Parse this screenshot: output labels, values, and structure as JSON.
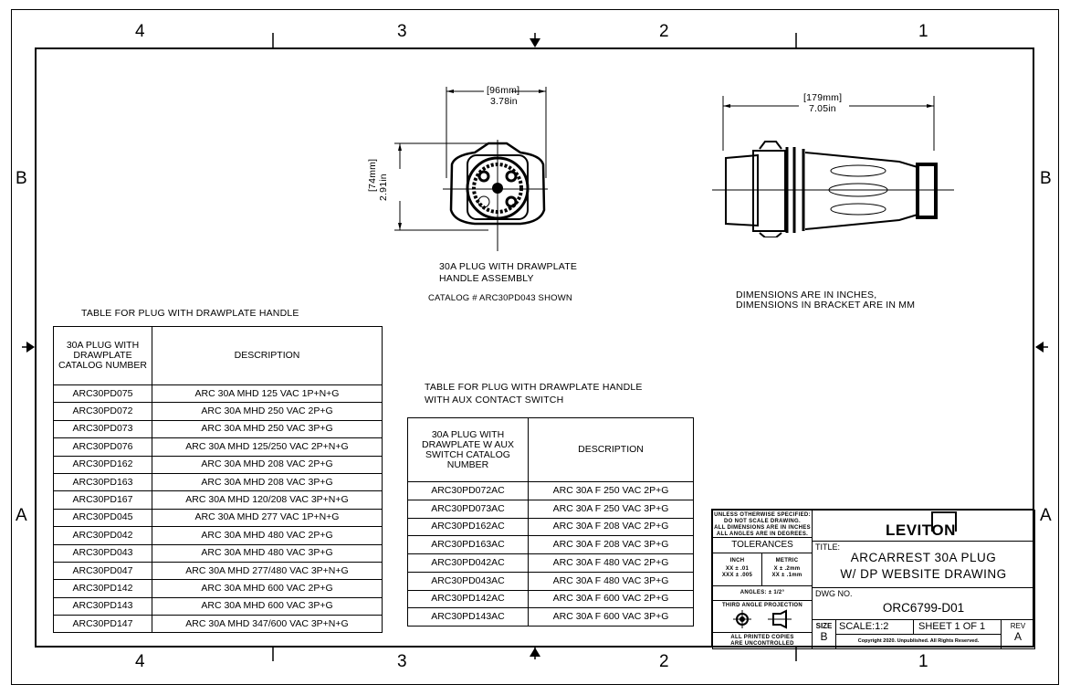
{
  "zones": {
    "top": [
      "4",
      "3",
      "2",
      "1"
    ],
    "bottom": [
      "4",
      "3",
      "2",
      "1"
    ],
    "left": [
      "B",
      "A"
    ],
    "right": [
      "B",
      "A"
    ]
  },
  "front_view": {
    "width_mm": "[96mm]",
    "width_in": "3.78in",
    "height_mm": "[74mm]",
    "height_in": "2.91in",
    "caption_line1": "30A PLUG WITH DRAWPLATE",
    "caption_line2": "HANDLE ASSEMBLY",
    "catalog": "CATALOG # ARC30PD043 SHOWN"
  },
  "side_view": {
    "length_mm": "[179mm]",
    "length_in": "7.05in"
  },
  "dimension_note": {
    "line1": "DIMENSIONS ARE IN INCHES,",
    "line2": "DIMENSIONS IN BRACKET ARE IN MM"
  },
  "table1": {
    "title": "TABLE FOR PLUG WITH DRAWPLATE HANDLE",
    "headers": [
      "30A PLUG WITH DRAWPLATE CATALOG NUMBER",
      "DESCRIPTION"
    ],
    "rows": [
      [
        "ARC30PD075",
        "ARC 30A MHD 125 VAC 1P+N+G"
      ],
      [
        "ARC30PD072",
        "ARC 30A MHD 250 VAC 2P+G"
      ],
      [
        "ARC30PD073",
        "ARC 30A MHD 250 VAC 3P+G"
      ],
      [
        "ARC30PD076",
        "ARC 30A MHD 125/250 VAC 2P+N+G"
      ],
      [
        "ARC30PD162",
        "ARC 30A MHD 208 VAC 2P+G"
      ],
      [
        "ARC30PD163",
        "ARC 30A MHD 208 VAC 3P+G"
      ],
      [
        "ARC30PD167",
        "ARC 30A MHD 120/208 VAC 3P+N+G"
      ],
      [
        "ARC30PD045",
        "ARC 30A MHD 277 VAC 1P+N+G"
      ],
      [
        "ARC30PD042",
        "ARC 30A MHD 480 VAC 2P+G"
      ],
      [
        "ARC30PD043",
        "ARC 30A MHD 480 VAC 3P+G"
      ],
      [
        "ARC30PD047",
        "ARC 30A MHD 277/480 VAC 3P+N+G"
      ],
      [
        "ARC30PD142",
        "ARC 30A MHD 600 VAC 2P+G"
      ],
      [
        "ARC30PD143",
        "ARC 30A MHD 600 VAC 3P+G"
      ],
      [
        "ARC30PD147",
        "ARC 30A MHD 347/600 VAC 3P+N+G"
      ]
    ]
  },
  "table2": {
    "title_line1": "TABLE FOR PLUG WITH DRAWPLATE HANDLE",
    "title_line2": "WITH AUX CONTACT SWITCH",
    "headers": [
      "30A PLUG WITH DRAWPLATE W AUX SWITCH CATALOG NUMBER",
      "DESCRIPTION"
    ],
    "rows": [
      [
        "ARC30PD072AC",
        "ARC 30A F 250 VAC 2P+G"
      ],
      [
        "ARC30PD073AC",
        "ARC 30A F 250 VAC 3P+G"
      ],
      [
        "ARC30PD162AC",
        "ARC 30A F 208 VAC 2P+G"
      ],
      [
        "ARC30PD163AC",
        "ARC 30A F 208 VAC 3P+G"
      ],
      [
        "ARC30PD042AC",
        "ARC 30A F 480 VAC 2P+G"
      ],
      [
        "ARC30PD043AC",
        "ARC 30A F 480 VAC 3P+G"
      ],
      [
        "ARC30PD142AC",
        "ARC 30A F 600 VAC 2P+G"
      ],
      [
        "ARC30PD143AC",
        "ARC 30A F 600 VAC 3P+G"
      ]
    ]
  },
  "title_block": {
    "spec_lines": [
      "UNLESS OTHERWISE SPECIFIED:",
      "DO NOT SCALE DRAWING.",
      "ALL DIMENSIONS ARE IN INCHES",
      "ALL ANGLES ARE IN DEGREES."
    ],
    "tolerances": "TOLERANCES",
    "inch": "INCH",
    "metric": "METRIC",
    "inch_tol": [
      "XX  ± .01",
      "XXX ± .005"
    ],
    "metric_tol": [
      "X  ± .2mm",
      "XX ± .1mm"
    ],
    "angles": "ANGLES: ± 1/2°",
    "projection": "THIRD ANGLE PROJECTION",
    "copies": [
      "ALL PRINTED COPIES",
      "ARE UNCONTROLLED"
    ],
    "logo": "LEVITON",
    "title_label": "TITLE:",
    "title_line1": "ARCARREST 30A PLUG",
    "title_line2": "W/ DP WEBSITE DRAWING",
    "dwg_label": "DWG NO.",
    "dwg_no": "ORC6799-D01",
    "size_label": "SIZE",
    "size": "B",
    "scale": "SCALE:1:2",
    "sheet": "SHEET 1 OF 1",
    "rev_label": "REV",
    "rev": "A",
    "copyright": "Copyright 2020. Unpublished. All Rights Reserved."
  }
}
